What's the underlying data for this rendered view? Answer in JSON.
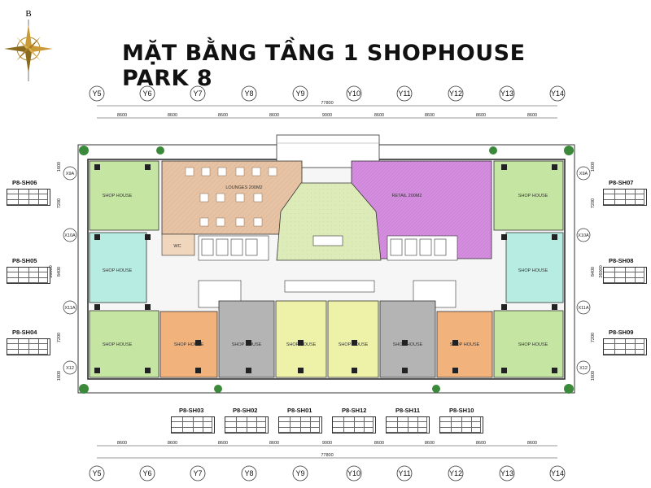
{
  "title": "MẶT BẰNG TẦNG 1 SHOPHOUSE PARK 8",
  "compass": {
    "north_label": "B"
  },
  "grid_columns": [
    "Y5",
    "Y6",
    "Y7",
    "Y8",
    "Y9",
    "Y10",
    "Y11",
    "Y12",
    "Y13",
    "Y14"
  ],
  "grid_rows": [
    "X9A",
    "X10A",
    "X11A",
    "X12"
  ],
  "top_dimensions": [
    "8600",
    "8600",
    "8600",
    "8600",
    "9000",
    "8600",
    "8600",
    "8600",
    "8600"
  ],
  "total_width": "77800",
  "side_dimensions": [
    "1600",
    "7200",
    "8400",
    "7200",
    "1600"
  ],
  "total_height": "26000",
  "rooms": {
    "lounge": "LOUNGES 200M2",
    "retail": "RETAIL 200M2",
    "wc": "WC",
    "shop_house": "SHOP HOUSE"
  },
  "units": {
    "sh06": "P8-SH06",
    "sh05": "P8-SH05",
    "sh04": "P8-SH04",
    "sh07": "P8-SH07",
    "sh08": "P8-SH08",
    "sh09": "P8-SH09",
    "sh03": "P8-SH03",
    "sh02": "P8-SH02",
    "sh01": "P8-SH01",
    "sh12": "P8-SH12",
    "sh11": "P8-SH11",
    "sh10": "P8-SH10"
  },
  "colors": {
    "shop_green": "#c5e6a3",
    "shop_cyan": "#b7ece2",
    "shop_orange": "#f2b27c",
    "shop_gray": "#b4b4b4",
    "shop_yellow": "#eef2a8",
    "retail_purple": "#d68fe0",
    "lounge_tan": "#e6c3a4",
    "lobby_green": "#dcebb8"
  }
}
